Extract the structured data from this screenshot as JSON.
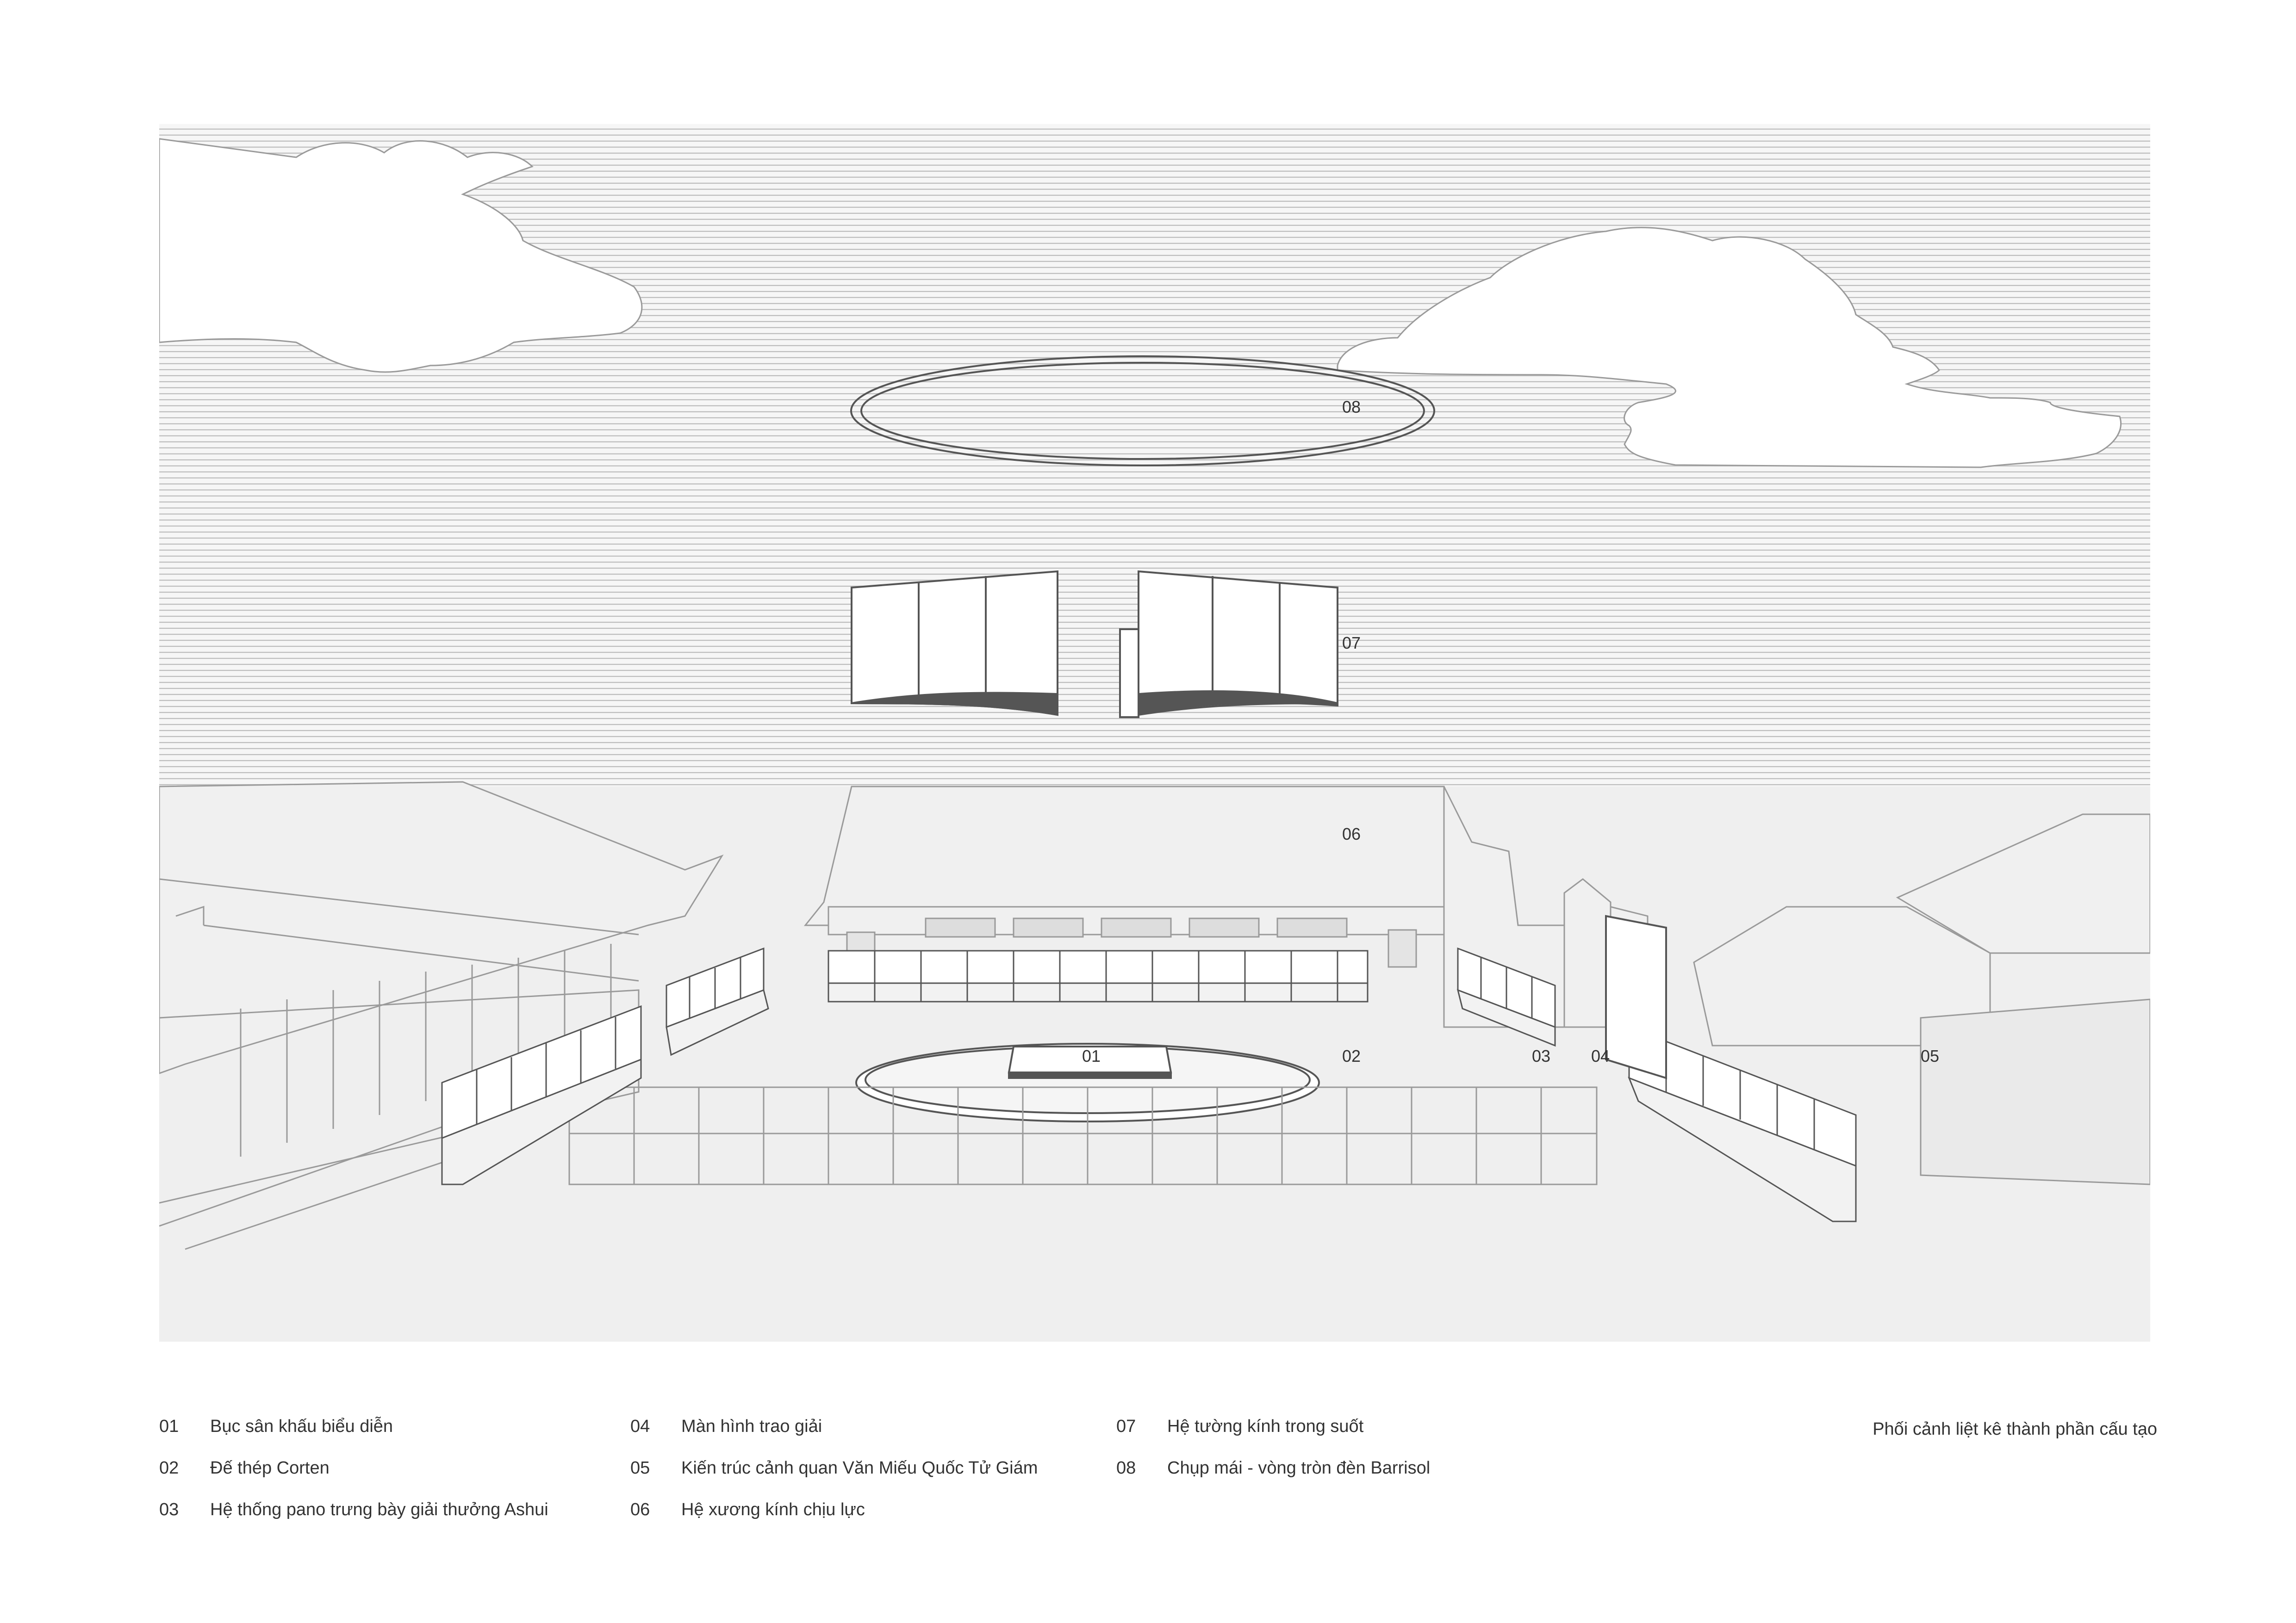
{
  "callouts": [
    "01",
    "02",
    "03",
    "04",
    "05",
    "06",
    "07",
    "08"
  ],
  "legend": {
    "col1": [
      {
        "num": "01",
        "text": "Bục sân khấu biểu diễn"
      },
      {
        "num": "02",
        "text": "Đế thép Corten"
      },
      {
        "num": "03",
        "text": "Hệ thống pano trưng bày giải thưởng Ashui"
      }
    ],
    "col2": [
      {
        "num": "04",
        "text": "Màn hình trao giải"
      },
      {
        "num": "05",
        "text": "Kiến trúc cảnh quan Văn Miếu Quốc Tử Giám"
      },
      {
        "num": "06",
        "text": "Hệ xương kính chịu lực"
      }
    ],
    "col3": [
      {
        "num": "07",
        "text": "Hệ tường kính trong suốt"
      },
      {
        "num": "08",
        "text": "Chụp mái - vòng tròn đèn Barrisol"
      }
    ]
  },
  "title": "Phối cảnh liệt kê thành phần cấu tạo",
  "colors": {
    "sky_line": "#c9c9c9",
    "ground": "#efefef",
    "line": "#555555",
    "building": "#9a9a9a"
  }
}
